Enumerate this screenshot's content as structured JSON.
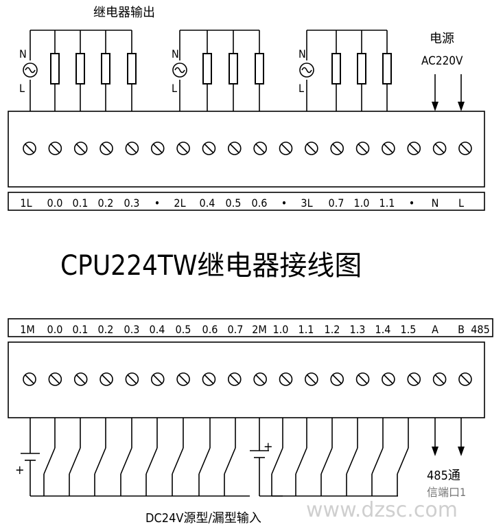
{
  "relay_output_title": "继电器输出",
  "power_label": "电源",
  "power_voltage": "AC220V",
  "source_n": "N",
  "source_l": "L",
  "main_title": "CPU224TW继电器接线图",
  "top_terminals": [
    "1L",
    "0.0",
    "0.1",
    "0.2",
    "0.3",
    "•",
    "2L",
    "0.4",
    "0.5",
    "0.6",
    "•",
    "3L",
    "0.7",
    "1.0",
    "1.1",
    "•",
    "N",
    "L"
  ],
  "bottom_terminals": [
    "1M",
    "0.0",
    "0.1",
    "0.2",
    "0.3",
    "0.4",
    "0.5",
    "0.6",
    "0.7",
    "2M",
    "1.0",
    "1.1",
    "1.2",
    "1.3",
    "1.4",
    "1.5",
    "A",
    "B",
    "485"
  ],
  "battery_plus": "+",
  "comm_label": "485通",
  "comm_label_2": "信端口1",
  "input_caption": "DC24V源型/漏型输入",
  "watermark": "www.dzsc.com"
}
